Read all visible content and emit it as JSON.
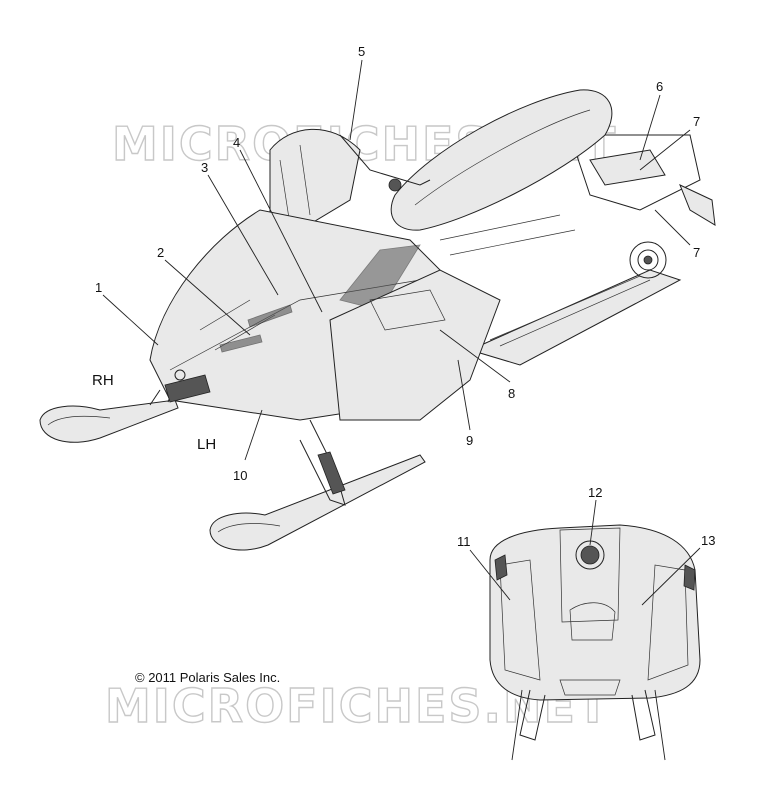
{
  "watermark": "MICROFICHES.NET",
  "copyright": "© 2011 Polaris Sales Inc.",
  "side_labels": {
    "rh": "RH",
    "lh": "LH"
  },
  "callouts": [
    "1",
    "2",
    "3",
    "4",
    "5",
    "6",
    "7",
    "7",
    "8",
    "9",
    "10",
    "11",
    "12",
    "13"
  ]
}
